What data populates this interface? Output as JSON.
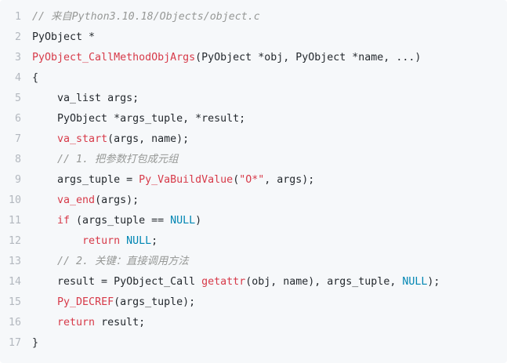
{
  "code_block": {
    "lines": [
      {
        "n": "1",
        "tokens": [
          {
            "t": "// 来自Python3.10.18/Objects/object.c",
            "k": "comment"
          }
        ]
      },
      {
        "n": "2",
        "tokens": [
          {
            "t": "PyObject *",
            "k": "plain"
          }
        ]
      },
      {
        "n": "3",
        "tokens": [
          {
            "t": "PyObject_CallMethodObjArgs",
            "k": "func"
          },
          {
            "t": "(PyObject *obj, PyObject *name, ...)",
            "k": "plain"
          }
        ]
      },
      {
        "n": "4",
        "tokens": [
          {
            "t": "{",
            "k": "plain"
          }
        ]
      },
      {
        "n": "5",
        "tokens": [
          {
            "t": "    va_list args;",
            "k": "plain"
          }
        ]
      },
      {
        "n": "6",
        "tokens": [
          {
            "t": "    PyObject *args_tuple, *result;",
            "k": "plain"
          }
        ]
      },
      {
        "n": "7",
        "tokens": [
          {
            "t": "    ",
            "k": "plain"
          },
          {
            "t": "va_start",
            "k": "func"
          },
          {
            "t": "(args, name);",
            "k": "plain"
          }
        ]
      },
      {
        "n": "8",
        "tokens": [
          {
            "t": "    // 1. 把参数打包成元组",
            "k": "comment"
          }
        ]
      },
      {
        "n": "9",
        "tokens": [
          {
            "t": "    args_tuple = ",
            "k": "plain"
          },
          {
            "t": "Py_VaBuildValue",
            "k": "func"
          },
          {
            "t": "(",
            "k": "plain"
          },
          {
            "t": "\"O*\"",
            "k": "str"
          },
          {
            "t": ", args);",
            "k": "plain"
          }
        ]
      },
      {
        "n": "10",
        "tokens": [
          {
            "t": "    ",
            "k": "plain"
          },
          {
            "t": "va_end",
            "k": "func"
          },
          {
            "t": "(args);",
            "k": "plain"
          }
        ]
      },
      {
        "n": "11",
        "tokens": [
          {
            "t": "    ",
            "k": "plain"
          },
          {
            "t": "if",
            "k": "kw"
          },
          {
            "t": " (args_tuple == ",
            "k": "plain"
          },
          {
            "t": "NULL",
            "k": "const"
          },
          {
            "t": ")",
            "k": "plain"
          }
        ]
      },
      {
        "n": "12",
        "tokens": [
          {
            "t": "        ",
            "k": "plain"
          },
          {
            "t": "return",
            "k": "kw"
          },
          {
            "t": " ",
            "k": "plain"
          },
          {
            "t": "NULL",
            "k": "const"
          },
          {
            "t": ";",
            "k": "plain"
          }
        ]
      },
      {
        "n": "13",
        "tokens": [
          {
            "t": "    // 2. 关键：直接调用方法",
            "k": "comment"
          }
        ]
      },
      {
        "n": "14",
        "tokens": [
          {
            "t": "    result = PyObject_Call ",
            "k": "plain"
          },
          {
            "t": "getattr",
            "k": "func"
          },
          {
            "t": "(obj, name), args_tuple, ",
            "k": "plain"
          },
          {
            "t": "NULL",
            "k": "const"
          },
          {
            "t": ");",
            "k": "plain"
          }
        ]
      },
      {
        "n": "15",
        "tokens": [
          {
            "t": "    ",
            "k": "plain"
          },
          {
            "t": "Py_DECREF",
            "k": "func"
          },
          {
            "t": "(args_tuple);",
            "k": "plain"
          }
        ]
      },
      {
        "n": "16",
        "tokens": [
          {
            "t": "    ",
            "k": "plain"
          },
          {
            "t": "return",
            "k": "kw"
          },
          {
            "t": " result;",
            "k": "plain"
          }
        ]
      },
      {
        "n": "17",
        "tokens": [
          {
            "t": "}",
            "k": "plain"
          }
        ]
      }
    ]
  },
  "colors": {
    "background": "#f6f8fa",
    "line_number": "#b3b8bf",
    "text": "#24292e",
    "function": "#d73a49",
    "keyword": "#d73a49",
    "constant": "#0086b3",
    "comment": "#969896"
  }
}
